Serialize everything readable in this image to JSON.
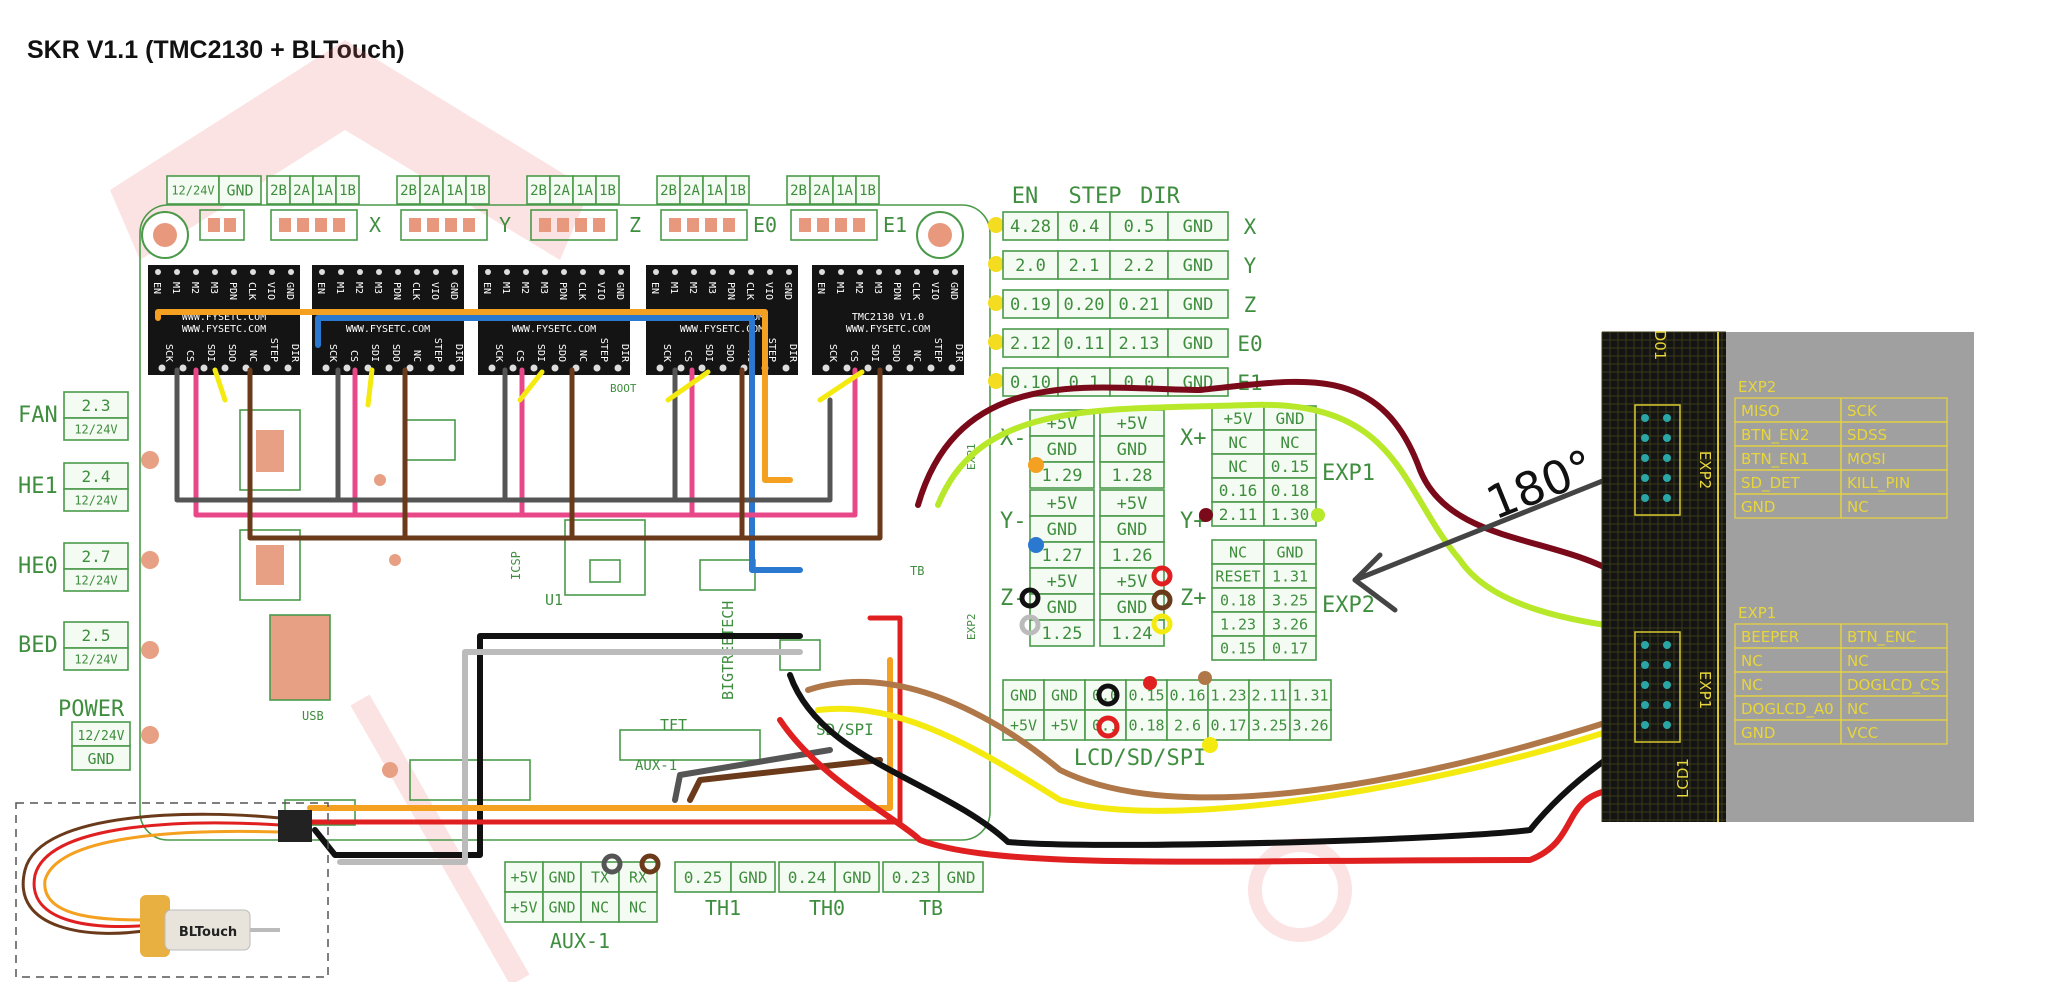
{
  "title": "SKR V1.1 (TMC2130 + BLTouch)",
  "motor_headers": {
    "power": [
      "12/24V",
      "GND"
    ],
    "axes": [
      "X",
      "Y",
      "Z",
      "E0",
      "E1"
    ],
    "pins": [
      "2B",
      "2A",
      "1A",
      "1B"
    ]
  },
  "driver": {
    "top_pins": [
      "EN",
      "M1",
      "M2",
      "M3",
      "PDN",
      "CLK",
      "VIO",
      "GND"
    ],
    "bottom_pins": [
      "SCK",
      "CS",
      "SDI",
      "SDO",
      "NC",
      "STEP",
      "DIR"
    ],
    "url": "WWW.FYSETC.COM",
    "model": "TMC2130 V1.0"
  },
  "pin_table": {
    "headers": [
      "EN",
      "STEP",
      "DIR"
    ],
    "rows": [
      {
        "cells": [
          "4.28",
          "0.4",
          "0.5",
          "GND"
        ],
        "axis": "X"
      },
      {
        "cells": [
          "2.0",
          "2.1",
          "2.2",
          "GND"
        ],
        "axis": "Y"
      },
      {
        "cells": [
          "0.19",
          "0.20",
          "0.21",
          "GND"
        ],
        "axis": "Z"
      },
      {
        "cells": [
          "2.12",
          "0.11",
          "2.13",
          "GND"
        ],
        "axis": "E0"
      },
      {
        "cells": [
          "0.10",
          "0.1",
          "0.0",
          "GND"
        ],
        "axis": "E1"
      }
    ]
  },
  "left_labels": [
    {
      "name": "FAN",
      "pin": "2.3",
      "volt": "12/24V"
    },
    {
      "name": "HE1",
      "pin": "2.4",
      "volt": "12/24V"
    },
    {
      "name": "HE0",
      "pin": "2.7",
      "volt": "12/24V"
    },
    {
      "name": "BED",
      "pin": "2.5",
      "volt": "12/24V"
    }
  ],
  "power": {
    "label": "POWER",
    "cells": [
      "12/24V",
      "GND"
    ]
  },
  "endstops": {
    "x_minus": {
      "label": "X-",
      "cells": [
        "+5V",
        "GND",
        "1.29"
      ]
    },
    "x_plus": {
      "label": "X+",
      "cells": [
        "+5V",
        "GND",
        "1.28"
      ]
    },
    "y_minus": {
      "label": "Y-",
      "cells": [
        "+5V",
        "GND",
        "1.27"
      ]
    },
    "y_plus": {
      "label": "Y+",
      "cells": [
        "+5V",
        "GND",
        "1.26"
      ]
    },
    "z_minus": {
      "label": "Z-",
      "cells": [
        "+5V",
        "GND",
        "1.25"
      ]
    },
    "z_plus": {
      "label": "Z+",
      "cells": [
        "+5V",
        "GND",
        "1.24"
      ]
    }
  },
  "exp1_table": {
    "label": "EXP1",
    "rows": [
      [
        "+5V",
        "GND"
      ],
      [
        "NC",
        "NC"
      ],
      [
        "NC",
        "0.15"
      ],
      [
        "0.16",
        "0.18"
      ],
      [
        "2.11",
        "1.30"
      ]
    ]
  },
  "exp2_table": {
    "label": "EXP2",
    "rows": [
      [
        "NC",
        "GND"
      ],
      [
        "RESET",
        "1.31"
      ],
      [
        "0.18",
        "3.25"
      ],
      [
        "1.23",
        "3.26"
      ],
      [
        "0.15",
        "0.17"
      ]
    ]
  },
  "lcd_sd_spi": {
    "label": "LCD/SD/SPI",
    "top": [
      "GND",
      "GND",
      "0.0",
      "0.15",
      "0.16",
      "1.23",
      "2.11",
      "1.31"
    ],
    "bottom": [
      "+5V",
      "+5V",
      "0.1",
      "0.18",
      "2.6",
      "0.17",
      "3.25",
      "3.26"
    ]
  },
  "bottom_headers": {
    "aux1": {
      "label": "AUX-1",
      "rows": [
        [
          "+5V",
          "GND",
          "TX",
          "RX"
        ],
        [
          "+5V",
          "GND",
          "NC",
          "NC"
        ]
      ]
    },
    "thermistors": [
      {
        "pin": "0.25",
        "gnd": "GND",
        "label": "TH1"
      },
      {
        "pin": "0.24",
        "gnd": "GND",
        "label": "TH0"
      },
      {
        "pin": "0.23",
        "gnd": "GND",
        "label": "TB"
      }
    ]
  },
  "board_silk": [
    "BIGTREETECH",
    "TFT",
    "AUX-1",
    "SD/SPI",
    "USB",
    "U1",
    "ICSP",
    "BOOT",
    "EXP2",
    "EXP1",
    "TB"
  ],
  "rotation_label": "180°",
  "lcd_connector": {
    "header_labels": [
      "EXP2",
      "EXP1",
      "LCD1",
      "D01"
    ],
    "exp2": {
      "title": "EXP2",
      "rows": [
        [
          "MISO",
          "SCK"
        ],
        [
          "BTN_EN2",
          "SDSS"
        ],
        [
          "BTN_EN1",
          "MOSI"
        ],
        [
          "SD_DET",
          "KILL_PIN"
        ],
        [
          "GND",
          "NC"
        ]
      ]
    },
    "exp1": {
      "title": "EXP1",
      "rows": [
        [
          "BEEPER",
          "BTN_ENC"
        ],
        [
          "NC",
          "NC"
        ],
        [
          "NC",
          "DOGLCD_CS"
        ],
        [
          "DOGLCD_A0",
          "NC"
        ],
        [
          "GND",
          "VCC"
        ]
      ]
    }
  },
  "bltouch": {
    "label": "BLTouch"
  },
  "colors": {
    "pcb_green": "#4a9a4a",
    "wire_maroon": "#7a0a1a",
    "wire_lime": "#b8e82a",
    "wire_brown": "#b07848",
    "wire_yellow": "#f4ea10",
    "wire_black": "#111111",
    "wire_red": "#e02020",
    "wire_gray": "#555555",
    "wire_orange": "#f4a020",
    "wire_pink": "#e84888",
    "wire_blue": "#2a78d0",
    "lcd_panel": "#a0a0a0",
    "lcd_text": "#e8d63a"
  }
}
